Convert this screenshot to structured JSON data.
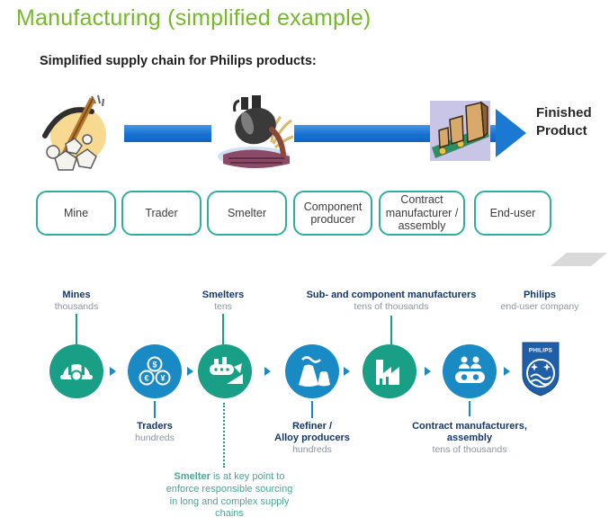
{
  "slide": {
    "title": "Manufacturing (simplified example)",
    "subtitle": "Simplified supply chain for Philips products:"
  },
  "top_flow": {
    "finished_line1": "Finished",
    "finished_line2": "Product",
    "images": [
      "mine-pickaxe-clipart",
      "smelter-pour-clipart",
      "conveyor-boxes-clipart"
    ]
  },
  "stages": [
    {
      "label": "Mine"
    },
    {
      "label": "Trader"
    },
    {
      "label": "Smelter"
    },
    {
      "label": "Component producer"
    },
    {
      "label": "Contract manufacturer / assembly"
    },
    {
      "label": "End-user"
    }
  ],
  "chain": {
    "nodes": [
      {
        "name": "Mines",
        "scale": "thousands",
        "icon": "hard-hat",
        "color": "green"
      },
      {
        "name": "Traders",
        "scale": "hundreds",
        "icon": "coins",
        "color": "blue"
      },
      {
        "name": "Smelters",
        "scale": "tens",
        "icon": "smelting-furnace",
        "color": "green"
      },
      {
        "name_line1": "Refiner /",
        "name_line2": "Alloy producers",
        "scale": "hundreds",
        "icon": "refinery-towers",
        "color": "blue"
      },
      {
        "name": "Sub- and component manufacturers",
        "scale": "tens of thousands",
        "icon": "factory",
        "color": "green"
      },
      {
        "name_line1": "Contract manufacturers,",
        "name_line2": "assembly",
        "scale": "tens of thousands",
        "icon": "assembly-line-workers",
        "color": "blue"
      },
      {
        "name": "Philips",
        "scale": "end-user company",
        "icon": "philips-shield-logo"
      }
    ],
    "note": {
      "bold": "Smelter",
      "rest": " is at key point to enforce responsible sourcing in long and complex supply chains"
    }
  },
  "philips_logo": {
    "wordmark": "PHILIPS"
  },
  "icons": {
    "coin_dollar": "$",
    "coin_euro": "€",
    "coin_yen": "¥"
  },
  "colors": {
    "title_green": "#76b82a",
    "box_border_teal": "#2fae9e",
    "flow_bar_blue": "#1b79d4",
    "node_green": "#189f85",
    "node_blue": "#1a8ac4",
    "label_navy": "#14376b",
    "label_gray": "#8b95a1",
    "note_teal": "#4aa596",
    "philips_blue": "#1e5fa8"
  }
}
